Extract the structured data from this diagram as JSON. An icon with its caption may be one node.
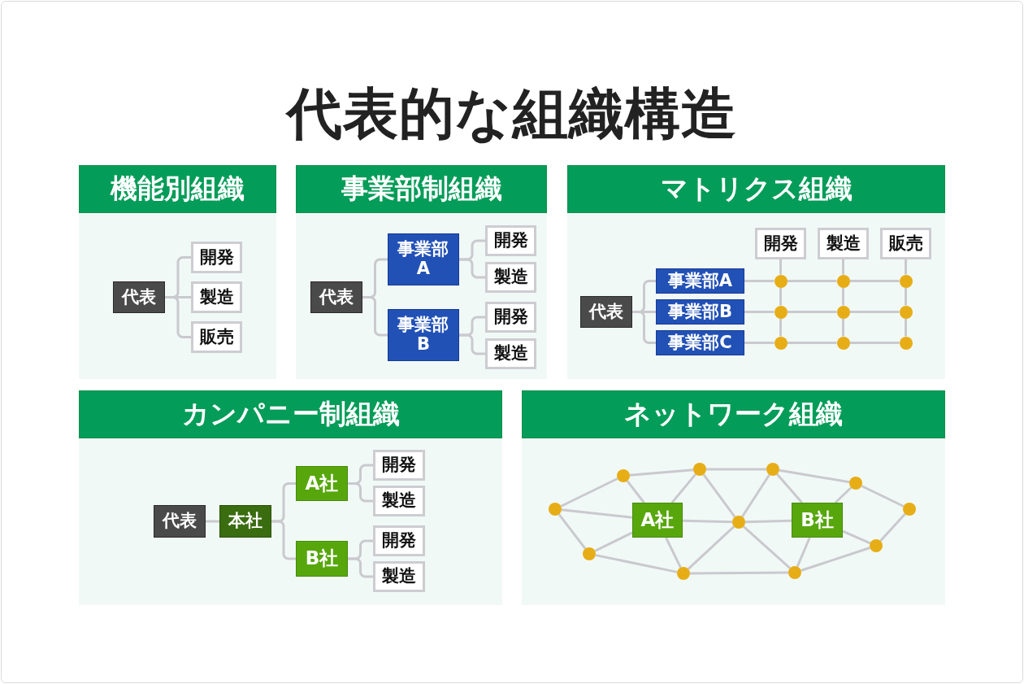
{
  "diagram": {
    "title": "代表的な組織構造",
    "nodes": [
      {
        "text": [
          "機能別組織"
        ]
      },
      {
        "text": [
          "代表"
        ],
        "in": 0
      },
      {
        "text": [
          "開発"
        ],
        "in": 0
      },
      {
        "text": [
          "製造"
        ],
        "in": 0
      },
      {
        "text": [
          "販売"
        ],
        "in": 0
      },
      {
        "text": [
          "事業部制組織"
        ]
      },
      {
        "text": [
          "代表"
        ],
        "in": 5
      },
      {
        "text": [
          "事業部A"
        ],
        "in": 5
      },
      {
        "text": [
          "開発"
        ],
        "in": 5
      },
      {
        "text": [
          "製造"
        ],
        "in": 5
      },
      {
        "text": [
          "事業部B"
        ],
        "in": 5
      },
      {
        "text": [
          "開発"
        ],
        "in": 5
      },
      {
        "text": [
          "製造"
        ],
        "in": 5
      },
      {
        "text": [
          "マトリクス組織"
        ]
      },
      {
        "text": [
          "開発"
        ],
        "in": 13
      },
      {
        "text": [
          "製造"
        ],
        "in": 13
      },
      {
        "text": [
          "販売"
        ],
        "in": 13
      },
      {
        "text": [
          "代表"
        ],
        "in": 13
      },
      {
        "text": [
          "事業部A"
        ],
        "in": 13
      },
      {
        "text": [
          "事業部B"
        ],
        "in": 13
      },
      {
        "text": [
          "事業部C"
        ],
        "in": 13
      },
      {
        "text": [],
        "shape": "circle",
        "in": 13
      },
      {
        "text": [],
        "shape": "circle",
        "in": 13
      },
      {
        "text": [],
        "shape": "circle",
        "in": 13
      },
      {
        "text": [],
        "shape": "circle",
        "in": 13
      },
      {
        "text": [],
        "shape": "circle",
        "in": 13
      },
      {
        "text": [],
        "shape": "circle",
        "in": 13
      },
      {
        "text": [],
        "shape": "circle",
        "in": 13
      },
      {
        "text": [],
        "shape": "circle",
        "in": 13
      },
      {
        "text": [],
        "shape": "circle",
        "in": 13
      },
      {
        "text": [
          "カンパニー制組織"
        ]
      },
      {
        "text": [
          "代表"
        ],
        "in": 30
      },
      {
        "text": [
          "本社"
        ],
        "in": 30
      },
      {
        "text": [
          "A社"
        ],
        "in": 30
      },
      {
        "text": [
          "開発"
        ],
        "in": 30
      },
      {
        "text": [
          "製造"
        ],
        "in": 30
      },
      {
        "text": [
          "B社"
        ],
        "in": 30
      },
      {
        "text": [
          "開発"
        ],
        "in": 30
      },
      {
        "text": [
          "製造"
        ],
        "in": 30
      },
      {
        "text": [
          "ネットワーク組織"
        ]
      },
      {
        "text": [
          "A社"
        ],
        "in": 39
      },
      {
        "text": [
          "B社"
        ],
        "in": 39
      },
      {
        "text": [],
        "shape": "circle",
        "in": 39
      },
      {
        "text": [],
        "shape": "circle",
        "in": 39
      },
      {
        "text": [],
        "shape": "circle",
        "in": 39
      },
      {
        "text": [],
        "shape": "circle",
        "in": 39
      },
      {
        "text": [],
        "shape": "circle",
        "in": 39
      },
      {
        "text": [],
        "shape": "circle",
        "in": 39
      },
      {
        "text": [],
        "shape": "circle",
        "in": 39
      },
      {
        "text": [],
        "shape": "circle",
        "in": 39
      },
      {
        "text": [],
        "shape": "circle",
        "in": 39
      },
      {
        "text": [],
        "shape": "circle",
        "in": 39
      },
      {
        "text": [],
        "shape": "circle",
        "in": 39
      }
    ],
    "edges": [
      {
        "from": 1,
        "to": 2,
        "arrow": "none"
      },
      {
        "from": 1,
        "to": 3,
        "arrow": "none"
      },
      {
        "from": 1,
        "to": 4,
        "arrow": "none"
      },
      {
        "from": 6,
        "to": 7,
        "arrow": "none"
      },
      {
        "from": 6,
        "to": 10,
        "arrow": "none"
      },
      {
        "from": 7,
        "to": 8,
        "arrow": "none"
      },
      {
        "from": 7,
        "to": 9,
        "arrow": "none"
      },
      {
        "from": 10,
        "to": 11,
        "arrow": "none"
      },
      {
        "from": 10,
        "to": 12,
        "arrow": "none"
      },
      {
        "from": 17,
        "to": 18,
        "arrow": "none"
      },
      {
        "from": 17,
        "to": 19,
        "arrow": "none"
      },
      {
        "from": 17,
        "to": 20,
        "arrow": "none"
      },
      {
        "from": 18,
        "to": 21,
        "arrow": "none"
      },
      {
        "from": 21,
        "to": 22,
        "arrow": "none"
      },
      {
        "from": 22,
        "to": 23,
        "arrow": "none"
      },
      {
        "from": 19,
        "to": 24,
        "arrow": "none"
      },
      {
        "from": 24,
        "to": 25,
        "arrow": "none"
      },
      {
        "from": 25,
        "to": 26,
        "arrow": "none"
      },
      {
        "from": 20,
        "to": 27,
        "arrow": "none"
      },
      {
        "from": 27,
        "to": 28,
        "arrow": "none"
      },
      {
        "from": 28,
        "to": 29,
        "arrow": "none"
      },
      {
        "from": 14,
        "to": 21,
        "arrow": "none"
      },
      {
        "from": 21,
        "to": 24,
        "arrow": "none"
      },
      {
        "from": 24,
        "to": 27,
        "arrow": "none"
      },
      {
        "from": 15,
        "to": 22,
        "arrow": "none"
      },
      {
        "from": 22,
        "to": 25,
        "arrow": "none"
      },
      {
        "from": 25,
        "to": 28,
        "arrow": "none"
      },
      {
        "from": 16,
        "to": 23,
        "arrow": "none"
      },
      {
        "from": 23,
        "to": 26,
        "arrow": "none"
      },
      {
        "from": 26,
        "to": 29,
        "arrow": "none"
      },
      {
        "from": 31,
        "to": 32,
        "arrow": "none"
      },
      {
        "from": 32,
        "to": 33,
        "arrow": "none"
      },
      {
        "from": 32,
        "to": 36,
        "arrow": "none"
      },
      {
        "from": 33,
        "to": 34,
        "arrow": "none"
      },
      {
        "from": 33,
        "to": 35,
        "arrow": "none"
      },
      {
        "from": 36,
        "to": 37,
        "arrow": "none"
      },
      {
        "from": 36,
        "to": 38,
        "arrow": "none"
      },
      {
        "from": 42,
        "to": 44,
        "arrow": "none"
      },
      {
        "from": 42,
        "to": 40,
        "arrow": "none"
      },
      {
        "from": 42,
        "to": 43,
        "arrow": "none"
      },
      {
        "from": 44,
        "to": 46,
        "arrow": "none"
      },
      {
        "from": 44,
        "to": 40,
        "arrow": "none"
      },
      {
        "from": 46,
        "to": 40,
        "arrow": "none"
      },
      {
        "from": 46,
        "to": 48,
        "arrow": "none"
      },
      {
        "from": 46,
        "to": 47,
        "arrow": "none"
      },
      {
        "from": 48,
        "to": 47,
        "arrow": "none"
      },
      {
        "from": 48,
        "to": 41,
        "arrow": "none"
      },
      {
        "from": 48,
        "to": 50,
        "arrow": "none"
      },
      {
        "from": 50,
        "to": 41,
        "arrow": "none"
      },
      {
        "from": 50,
        "to": 52,
        "arrow": "none"
      },
      {
        "from": 52,
        "to": 51,
        "arrow": "none"
      },
      {
        "from": 40,
        "to": 47,
        "arrow": "none"
      },
      {
        "from": 47,
        "to": 41,
        "arrow": "none"
      },
      {
        "from": 40,
        "to": 43,
        "arrow": "none"
      },
      {
        "from": 40,
        "to": 45,
        "arrow": "none"
      },
      {
        "from": 43,
        "to": 45,
        "arrow": "none"
      },
      {
        "from": 45,
        "to": 47,
        "arrow": "none"
      },
      {
        "from": 47,
        "to": 49,
        "arrow": "none"
      },
      {
        "from": 45,
        "to": 49,
        "arrow": "none"
      },
      {
        "from": 41,
        "to": 49,
        "arrow": "none"
      },
      {
        "from": 41,
        "to": 51,
        "arrow": "none"
      },
      {
        "from": 49,
        "to": 51,
        "arrow": "none"
      }
    ]
  }
}
